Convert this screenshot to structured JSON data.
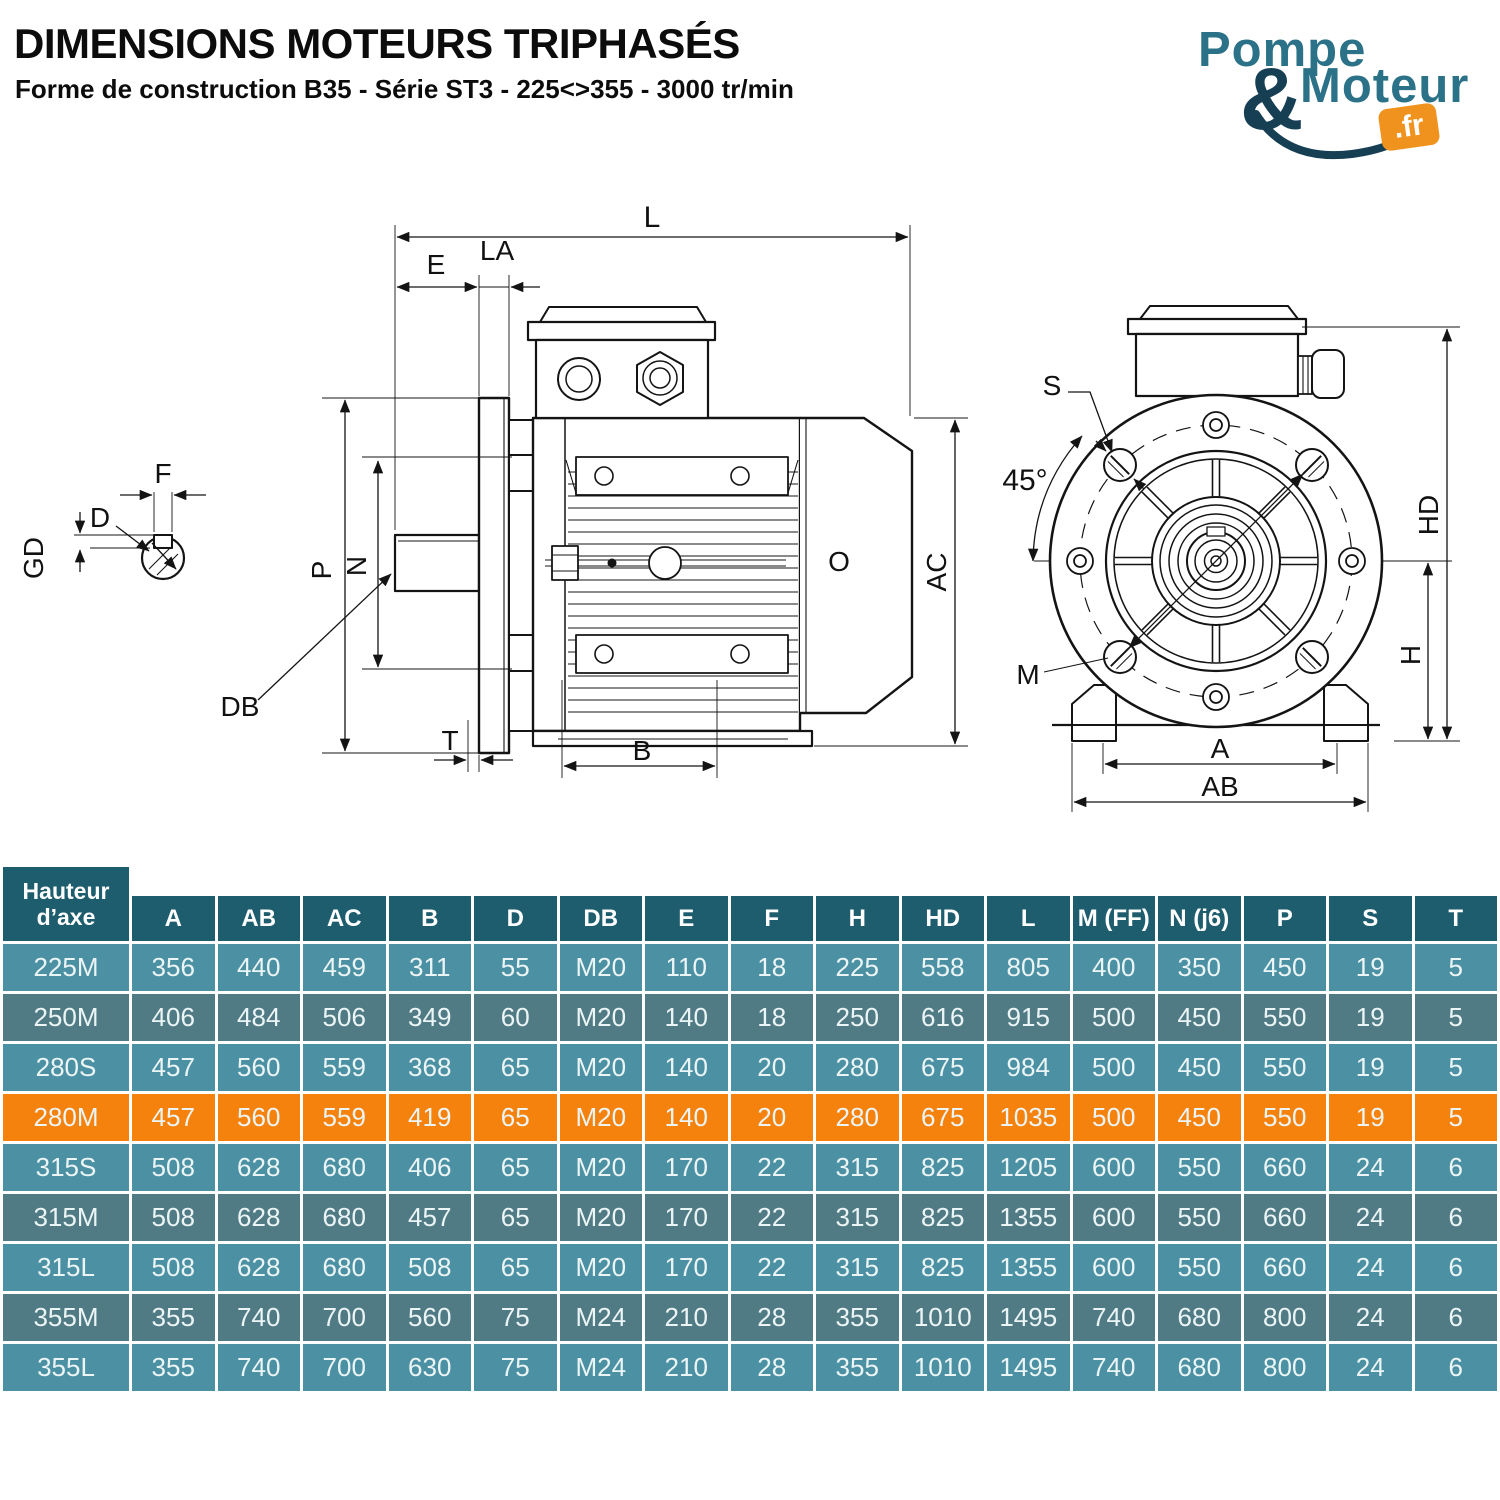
{
  "header": {
    "title": "DIMENSIONS MOTEURS TRIPHASÉS",
    "subtitle": "Forme de construction B35 - Série ST3 - 225<>355 - 3000 tr/min"
  },
  "logo": {
    "word1": "Pompe",
    "amp": "&",
    "word2": "Moteur",
    "tld": ".fr",
    "teal": "#2B7187",
    "navy": "#173F54",
    "orange": "#F0921E"
  },
  "labels": {
    "shaft": {
      "F": "F",
      "D": "D",
      "GD": "GD"
    },
    "side": {
      "L": "L",
      "E": "E",
      "LA": "LA",
      "P": "P",
      "N": "N",
      "DB": "DB",
      "T": "T",
      "B": "B",
      "O": "O",
      "AC": "AC"
    },
    "front": {
      "S": "S",
      "angle": "45°",
      "M": "M",
      "HD": "HD",
      "H": "H",
      "A": "A",
      "AB": "AB"
    }
  },
  "table": {
    "first_col_header": "Hauteur d’axe",
    "columns": [
      "A",
      "AB",
      "AC",
      "B",
      "D",
      "DB",
      "E",
      "F",
      "H",
      "HD",
      "L",
      "M (FF)",
      "N (j6)",
      "P",
      "S",
      "T"
    ],
    "rows": [
      {
        "name": "225M",
        "highlight": false,
        "values": [
          "356",
          "440",
          "459",
          "311",
          "55",
          "M20",
          "110",
          "18",
          "225",
          "558",
          "805",
          "400",
          "350",
          "450",
          "19",
          "5"
        ]
      },
      {
        "name": "250M",
        "highlight": false,
        "values": [
          "406",
          "484",
          "506",
          "349",
          "60",
          "M20",
          "140",
          "18",
          "250",
          "616",
          "915",
          "500",
          "450",
          "550",
          "19",
          "5"
        ]
      },
      {
        "name": "280S",
        "highlight": false,
        "values": [
          "457",
          "560",
          "559",
          "368",
          "65",
          "M20",
          "140",
          "20",
          "280",
          "675",
          "984",
          "500",
          "450",
          "550",
          "19",
          "5"
        ]
      },
      {
        "name": "280M",
        "highlight": true,
        "values": [
          "457",
          "560",
          "559",
          "419",
          "65",
          "M20",
          "140",
          "20",
          "280",
          "675",
          "1035",
          "500",
          "450",
          "550",
          "19",
          "5"
        ]
      },
      {
        "name": "315S",
        "highlight": false,
        "values": [
          "508",
          "628",
          "680",
          "406",
          "65",
          "M20",
          "170",
          "22",
          "315",
          "825",
          "1205",
          "600",
          "550",
          "660",
          "24",
          "6"
        ]
      },
      {
        "name": "315M",
        "highlight": false,
        "values": [
          "508",
          "628",
          "680",
          "457",
          "65",
          "M20",
          "170",
          "22",
          "315",
          "825",
          "1355",
          "600",
          "550",
          "660",
          "24",
          "6"
        ]
      },
      {
        "name": "315L",
        "highlight": false,
        "values": [
          "508",
          "628",
          "680",
          "508",
          "65",
          "M20",
          "170",
          "22",
          "315",
          "825",
          "1355",
          "600",
          "550",
          "660",
          "24",
          "6"
        ]
      },
      {
        "name": "355M",
        "highlight": false,
        "values": [
          "355",
          "740",
          "700",
          "560",
          "75",
          "M24",
          "210",
          "28",
          "355",
          "1010",
          "1495",
          "740",
          "680",
          "800",
          "24",
          "6"
        ]
      },
      {
        "name": "355L",
        "highlight": false,
        "values": [
          "355",
          "740",
          "700",
          "630",
          "75",
          "M24",
          "210",
          "28",
          "355",
          "1010",
          "1495",
          "740",
          "680",
          "800",
          "24",
          "6"
        ]
      }
    ],
    "colors": {
      "header_bg": "#1E5D6E",
      "row_light": "#4B91A3",
      "row_dark": "#507B85",
      "row_highlight": "#F5820D",
      "text": "#FFFFFF"
    }
  }
}
